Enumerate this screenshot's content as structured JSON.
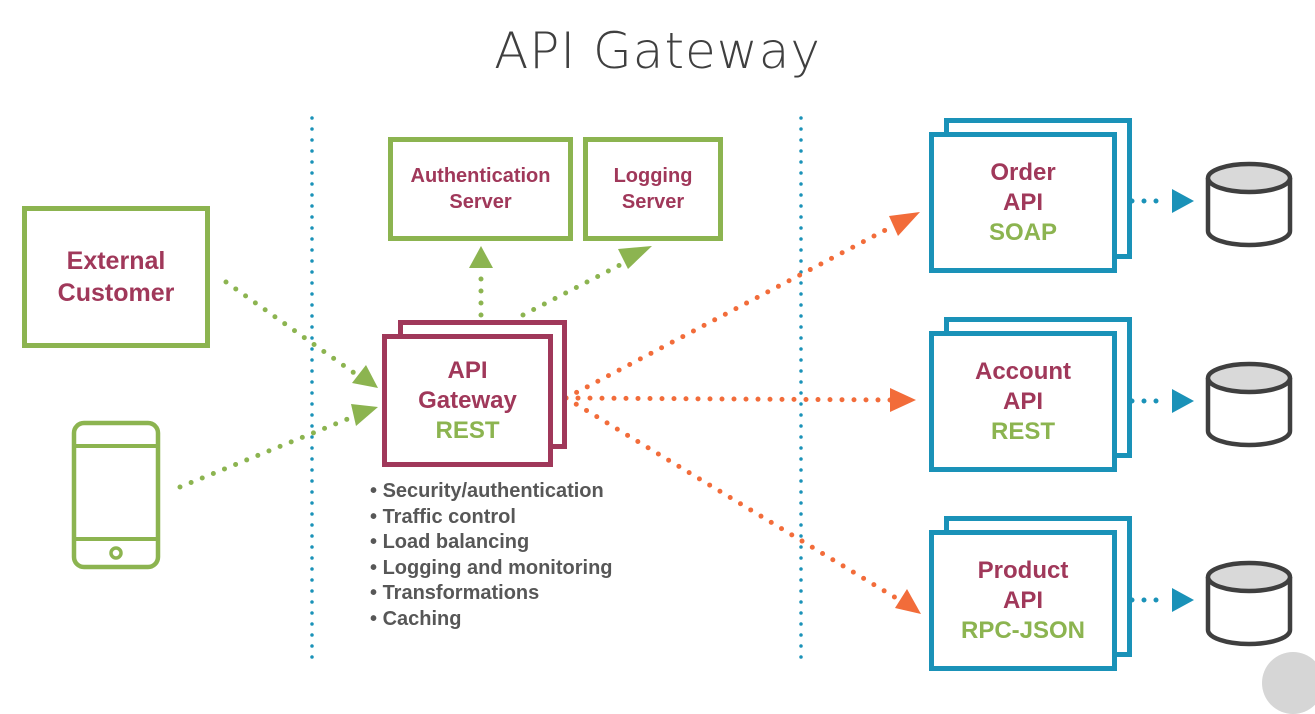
{
  "title": "API Gateway",
  "colors": {
    "green": "#8cb450",
    "maroon": "#a0385a",
    "teal": "#1a92b8",
    "orange": "#f26c3a",
    "text_gray": "#575757"
  },
  "clients": {
    "external_customer": {
      "line1": "External",
      "line2": "Customer"
    },
    "mobile_device_icon": "smartphone-icon"
  },
  "services": {
    "auth": {
      "line1": "Authentication",
      "line2": "Server"
    },
    "logging": {
      "line1": "Logging",
      "line2": "Server"
    }
  },
  "gateway": {
    "line1": "API",
    "line2": "Gateway",
    "protocol": "REST"
  },
  "features": [
    "Security/authentication",
    "Traffic control",
    "Load balancing",
    "Logging and monitoring",
    "Transformations",
    "Caching"
  ],
  "backends": [
    {
      "name": "Order",
      "suffix": "API",
      "protocol": "SOAP"
    },
    {
      "name": "Account",
      "suffix": "API",
      "protocol": "REST"
    },
    {
      "name": "Product",
      "suffix": "API",
      "protocol": "RPC-JSON"
    }
  ],
  "database_icon": "database-icon"
}
